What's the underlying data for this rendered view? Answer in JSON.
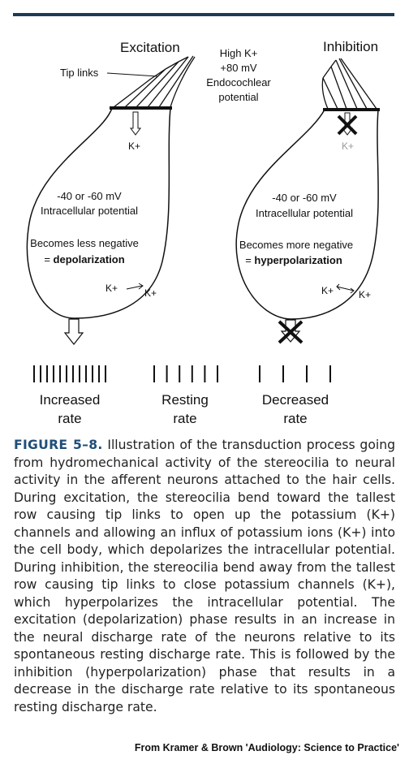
{
  "excitation_panel": {
    "title": "Excitation",
    "tip_links_label": "Tip links",
    "ion_in": "K+",
    "potential_line1": "-40 or -60 mV",
    "potential_line2": "Intracellular potential",
    "effect_line1": "Becomes less negative",
    "effect_line2_prefix": "= ",
    "effect_line2_bold": "depolarization",
    "ion_out_left": "K+",
    "ion_out_right": "K+"
  },
  "endocochlear": {
    "line1": "High K+",
    "line2": "+80 mV",
    "line3": "Endocochlear",
    "line4": "potential"
  },
  "inhibition_panel": {
    "title": "Inhibition",
    "ion_in_blocked": "K+",
    "potential_line1": "-40 or -60 mV",
    "potential_line2": "Intracellular potential",
    "effect_line1": "Becomes more negative",
    "effect_line2_prefix": "= ",
    "effect_line2_bold": "hyperpolarization",
    "ion_out_left": "K+",
    "ion_out_right": "K+"
  },
  "rates": [
    {
      "line1": "Increased",
      "line2": "rate",
      "spike_count": 12
    },
    {
      "line1": "Resting",
      "line2": "rate",
      "spike_count": 6
    },
    {
      "line1": "Decreased",
      "line2": "rate",
      "spike_count": 4
    }
  ],
  "caption": {
    "label": "FIGURE 5–8.",
    "text": "Illustration of the transduction process going from hydromechanical activity of the stereocilia to neural activity in the afferent neurons attached to the hair cells. During excitation, the stereocilia bend toward the tallest row causing tip links to open up the potassium (K+) channels and allowing an influx of potassium ions (K+) into the cell body, which depolarizes the intracellular potential. During inhibition, the stereocilia bend away from the tallest row causing tip links to close potassium channels (K+), which hyperpolarizes the intracellular potential. The excitation (depolarization) phase results in an increase in the neural discharge rate of the neurons relative to its spontaneous resting discharge rate. This is followed by the inhibition (hyperpolarization) phase that results in a decrease in the discharge rate relative to its spontaneous resting discharge rate."
  },
  "credit": "From Kramer & Brown 'Audiology: Science to Practice'",
  "colors": {
    "rule": "#1f3a52",
    "caption_label": "#1f4e79",
    "blocked_ion": "#9a9a9a"
  }
}
